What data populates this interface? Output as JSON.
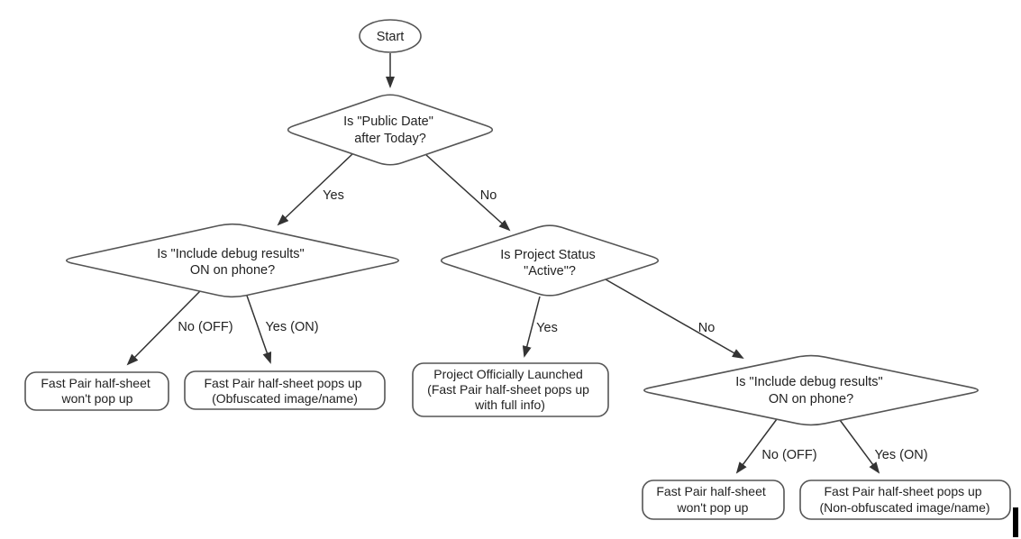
{
  "colors": {
    "background": "#ffffff",
    "shape_stroke": "#555555",
    "edge_stroke": "#333333",
    "text": "#222222",
    "caret": "#000000"
  },
  "flowchart": {
    "start": {
      "label": "Start"
    },
    "decisions": {
      "public_date": {
        "line1": "Is \"Public Date\"",
        "line2": "after Today?"
      },
      "debug_left": {
        "line1": "Is \"Include debug results\"",
        "line2": "ON on phone?"
      },
      "project_status": {
        "line1": "Is Project Status",
        "line2": "\"Active\"?"
      },
      "debug_right": {
        "line1": "Is \"Include debug results\"",
        "line2": "ON on phone?"
      }
    },
    "outcomes": {
      "no_popup_left": {
        "line1": "Fast Pair half-sheet",
        "line2": "won't pop up"
      },
      "obfuscated": {
        "line1": "Fast Pair half-sheet pops up",
        "line2": "(Obfuscated image/name)"
      },
      "launched": {
        "line1": "Project Officially Launched",
        "line2": "(Fast Pair half-sheet pops up",
        "line3": "with full info)"
      },
      "no_popup_right": {
        "line1": "Fast Pair half-sheet",
        "line2": "won't pop up"
      },
      "non_obfuscated": {
        "line1": "Fast Pair half-sheet pops up",
        "line2": "(Non-obfuscated image/name)"
      }
    },
    "edge_labels": {
      "yes": "Yes",
      "no": "No",
      "no_off": "No (OFF)",
      "yes_on": "Yes (ON)"
    }
  }
}
